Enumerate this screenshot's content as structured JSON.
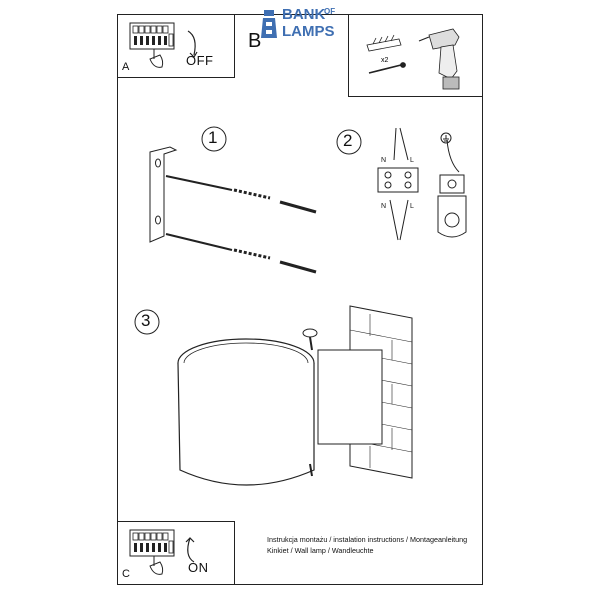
{
  "panels": {
    "a": {
      "letter": "A",
      "state": "OFF"
    },
    "b": {
      "letter": "B",
      "count": "x2"
    },
    "c": {
      "letter": "C",
      "state": "ON"
    }
  },
  "logo": {
    "line1": "BANK",
    "of": "OF",
    "line2": "LAMPS",
    "color": "#3f6fb2"
  },
  "steps": [
    "1",
    "2",
    "3"
  ],
  "wiring": {
    "neutral": "N",
    "live": "L"
  },
  "icons": [
    "switch-panel-icon",
    "rotate-arrow-icon",
    "hand-icon",
    "screws-and-plugs-icon",
    "drill-icon",
    "earth-ground-icon"
  ],
  "notes": {
    "line1": "Instrukcja montażu / instalation instructions / Montageanleitung",
    "line2": "Kinkiet / Wall lamp / Wandleuchte"
  }
}
